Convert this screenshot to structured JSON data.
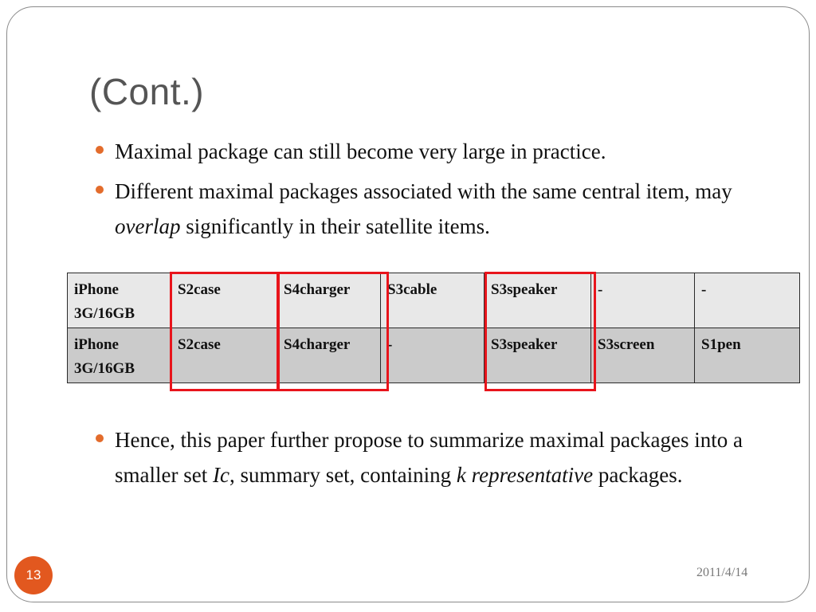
{
  "title": "(Cont.)",
  "bullets_top": [
    {
      "text": "Maximal package can still become very large in practice."
    },
    {
      "pre": "Different maximal packages associated with the same central item, may ",
      "em": "overlap",
      "post": " significantly in their satellite items."
    }
  ],
  "table": {
    "rows": [
      [
        "iPhone 3G/16GB",
        "S2case",
        "S4charger",
        "S3cable",
        "S3speaker",
        "-",
        "-"
      ],
      [
        "iPhone 3G/16GB",
        "S2case",
        "S4charger",
        "-",
        "S3speaker",
        "S3screen",
        "S1pen"
      ]
    ],
    "highlighted_columns": [
      "S2case",
      "S4charger",
      "S3speaker"
    ],
    "highlight_color": "#e8141b"
  },
  "bullets_bottom": [
    {
      "t1": "Hence, this paper further propose to summarize maximal packages into a smaller set ",
      "em1": "Ic",
      "t2": ", summary set, containing ",
      "em2": "k representative",
      "t3": " packages."
    }
  ],
  "footer": {
    "page_number": "13",
    "date": "2011/4/14"
  },
  "colors": {
    "accent": "#e2581f",
    "bullet": "#e36c2c"
  }
}
